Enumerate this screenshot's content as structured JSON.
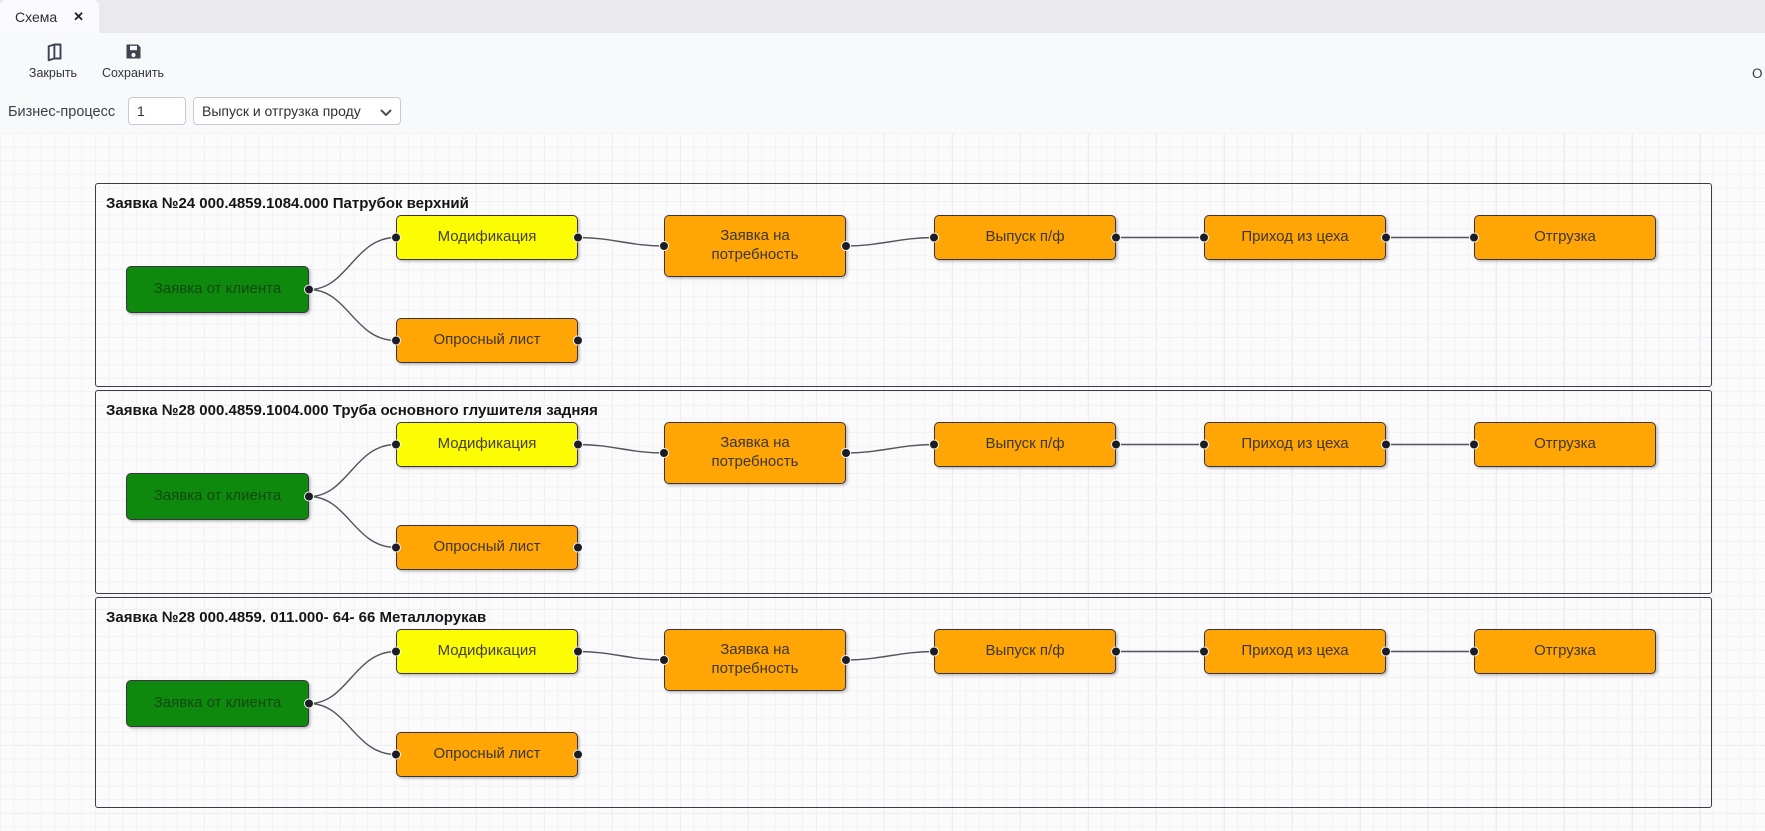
{
  "tab_bar": {
    "active_tab": "Схема",
    "close_icon": "✕"
  },
  "toolbar": {
    "close_button": "Закрыть",
    "save_button": "Сохранить",
    "right_clipped_text": "О"
  },
  "process_bar": {
    "label": "Бизнес-процесс",
    "number_value": "1",
    "process_select_value": "Выпуск и отгрузка проду"
  },
  "colors": {
    "green_node": "#0e890e",
    "orange_node": "#ffa505",
    "yellow_node": "#fcfc05",
    "port_dot": "#1c1c24",
    "connector": "#53535c"
  },
  "diagram": {
    "groups": [
      {
        "title": "Заявка №24 000.4859.1084.000 Патрубок верхний",
        "nodes": {
          "client_request": "Заявка от клиента",
          "modification": "Модификация",
          "questionnaire": "Опросный лист",
          "demand_request": "Заявка на потребность",
          "semi_finished_output": "Выпуск п/ф",
          "arrival_from_shop": "Приход из цеха",
          "shipment": "Отгрузка"
        }
      },
      {
        "title": "Заявка №28 000.4859.1004.000 Труба основного глушителя задняя",
        "nodes": {
          "client_request": "Заявка от клиента",
          "modification": "Модификация",
          "questionnaire": "Опросный лист",
          "demand_request": "Заявка на потребность",
          "semi_finished_output": "Выпуск п/ф",
          "arrival_from_shop": "Приход из цеха",
          "shipment": "Отгрузка"
        }
      },
      {
        "title": "Заявка №28 000.4859. 011.000- 64- 66 Металлорукав",
        "nodes": {
          "client_request": "Заявка от клиента",
          "modification": "Модификация",
          "questionnaire": "Опросный лист",
          "demand_request": "Заявка на потребность",
          "semi_finished_output": "Выпуск п/ф",
          "arrival_from_shop": "Приход из цеха",
          "shipment": "Отгрузка"
        }
      }
    ]
  }
}
